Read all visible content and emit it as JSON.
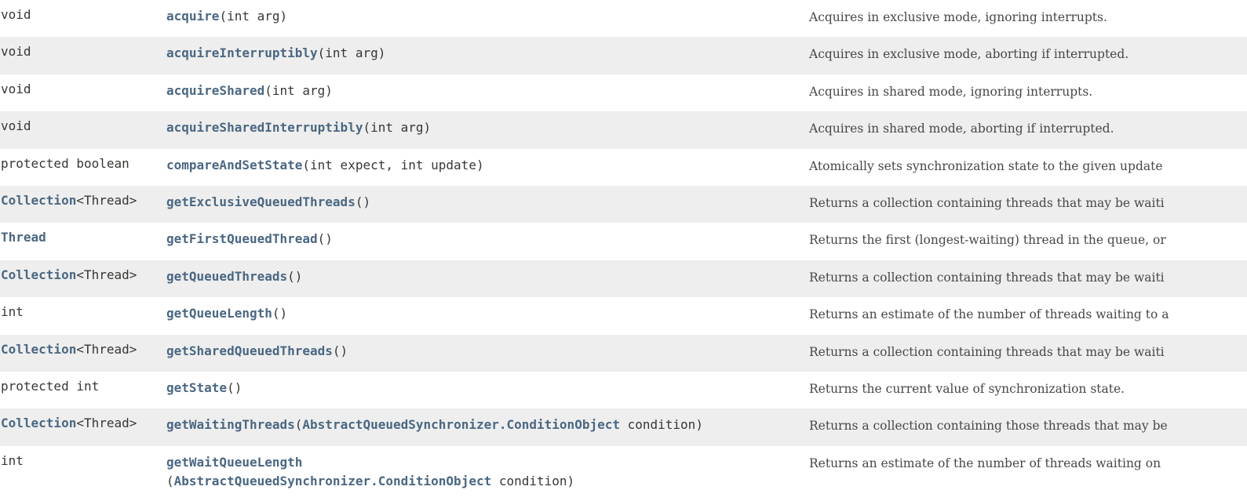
{
  "rows": [
    {
      "modifier": {
        "plain": "void"
      },
      "method": {
        "name": "acquire",
        "params": "(int arg)"
      },
      "description": "Acquires in exclusive mode, ignoring interrupts."
    },
    {
      "modifier": {
        "plain": "void"
      },
      "method": {
        "name": "acquireInterruptibly",
        "params": "(int arg)"
      },
      "description": "Acquires in exclusive mode, aborting if interrupted."
    },
    {
      "modifier": {
        "plain": "void"
      },
      "method": {
        "name": "acquireShared",
        "params": "(int arg)"
      },
      "description": "Acquires in shared mode, ignoring interrupts."
    },
    {
      "modifier": {
        "plain": "void"
      },
      "method": {
        "name": "acquireSharedInterruptibly",
        "params": "(int arg)"
      },
      "description": "Acquires in shared mode, aborting if interrupted."
    },
    {
      "modifier": {
        "plain": "protected boolean"
      },
      "method": {
        "name": "compareAndSetState",
        "params": "(int expect, int update)"
      },
      "description": "Atomically sets synchronization state to the given update"
    },
    {
      "modifier": {
        "link": "Collection",
        "generic": "<Thread>"
      },
      "method": {
        "name": "getExclusiveQueuedThreads",
        "params": "()"
      },
      "description": "Returns a collection containing threads that may be waiti"
    },
    {
      "modifier": {
        "link": "Thread"
      },
      "method": {
        "name": "getFirstQueuedThread",
        "params": "()"
      },
      "description": "Returns the first (longest-waiting) thread in the queue, or"
    },
    {
      "modifier": {
        "link": "Collection",
        "generic": "<Thread>"
      },
      "method": {
        "name": "getQueuedThreads",
        "params": "()"
      },
      "description": "Returns a collection containing threads that may be waiti"
    },
    {
      "modifier": {
        "plain": "int"
      },
      "method": {
        "name": "getQueueLength",
        "params": "()"
      },
      "description": "Returns an estimate of the number of threads waiting to a"
    },
    {
      "modifier": {
        "link": "Collection",
        "generic": "<Thread>"
      },
      "method": {
        "name": "getSharedQueuedThreads",
        "params": "()"
      },
      "description": "Returns a collection containing threads that may be waiti"
    },
    {
      "modifier": {
        "plain": "protected int"
      },
      "method": {
        "name": "getState",
        "params": "()"
      },
      "description": "Returns the current value of synchronization state."
    },
    {
      "modifier": {
        "link": "Collection",
        "generic": "<Thread>"
      },
      "method": {
        "name": "getWaitingThreads",
        "open": "(",
        "param_type": "AbstractQueuedSynchronizer.ConditionObject",
        "param_rest": " condition)"
      },
      "description": "Returns a collection containing those threads that may be"
    },
    {
      "modifier": {
        "plain": "int"
      },
      "method": {
        "name": "getWaitQueueLength",
        "open": "(",
        "param_type": "AbstractQueuedSynchronizer.ConditionObject",
        "param_rest": " condition)"
      },
      "description": "Returns an estimate of the number of threads waiting on"
    }
  ]
}
